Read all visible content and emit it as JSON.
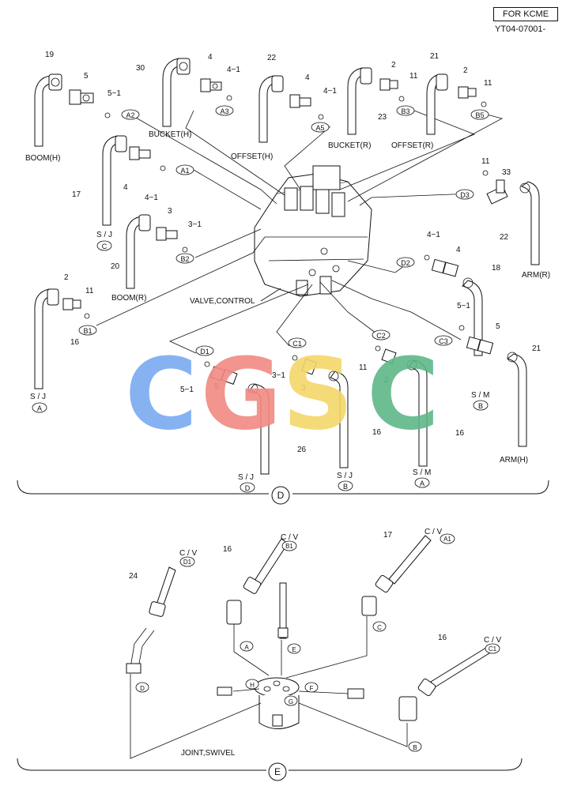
{
  "header": {
    "tag": "FOR KCME",
    "code": "YT04-07001-"
  },
  "watermark": {
    "letters": [
      "C",
      "G",
      "S",
      "C"
    ],
    "colors": [
      "#7aaaf0",
      "#f08a82",
      "#f5d66a",
      "#5fb889"
    ]
  },
  "diagram_d": {
    "label": "D",
    "valve": "VALVE,CONTROL",
    "functions": {
      "boom_h": "BOOM(H)",
      "bucket_h": "BUCKET(H)",
      "offset_h": "OFFSET(H)",
      "bucket_r": "BUCKET(R)",
      "offset_r": "OFFSET(R)",
      "boom_r": "BOOM(R)",
      "arm_r": "ARM(R)",
      "arm_h": "ARM(H)"
    },
    "ports": {
      "a1": "A1",
      "a2": "A2",
      "a3": "A3",
      "a5": "A5",
      "b1": "B1",
      "b2": "B2",
      "b3": "B3",
      "b5": "B5",
      "c1": "C1",
      "c2": "C2",
      "c3": "C3",
      "d1": "D1",
      "d2": "D2",
      "d3": "D3"
    },
    "sides": {
      "sj": "S / J",
      "sm": "S / M",
      "a": "A",
      "b": "B",
      "c": "C",
      "d": "D"
    },
    "callouts": {
      "n19": "19",
      "n5a": "5",
      "n5_1a": "5−1",
      "n30": "30",
      "n4a": "4",
      "n4_1a": "4−1",
      "n22a": "22",
      "n4b": "4",
      "n4_1b": "4−1",
      "n2a": "2",
      "n11a": "11",
      "n23": "23",
      "n21a": "21",
      "n2b": "2",
      "n11b": "11",
      "n17": "17",
      "n4c": "4",
      "n4_1c": "4−1",
      "n3a": "3",
      "n3_1a": "3−1",
      "n20": "20",
      "n11c": "11",
      "n33": "33",
      "n22b": "22",
      "n4_1d": "4−1",
      "n4d": "4",
      "n18": "18",
      "n2c": "2",
      "n11d": "11",
      "n16a": "16",
      "n5_1b": "5−1",
      "n5b": "5",
      "n21b": "21",
      "n3_1b": "3−1",
      "n3b": "3",
      "n11e": "11",
      "n2d": "2",
      "n5_1c": "5−1",
      "n5c": "5",
      "n16b": "16",
      "n16c": "16",
      "n26": "26"
    }
  },
  "diagram_e": {
    "label": "E",
    "joint": "JOINT,SWIVEL",
    "cv": "C / V",
    "ports": {
      "d1": "D1",
      "b1": "B1",
      "a1": "A1",
      "c1": "C1",
      "a": "A",
      "b": "B",
      "c": "C",
      "d": "D",
      "e": "E",
      "f": "F",
      "g": "G",
      "h": "H"
    },
    "callouts": {
      "n24": "24",
      "n16a": "16",
      "n17": "17",
      "n16b": "16"
    }
  }
}
